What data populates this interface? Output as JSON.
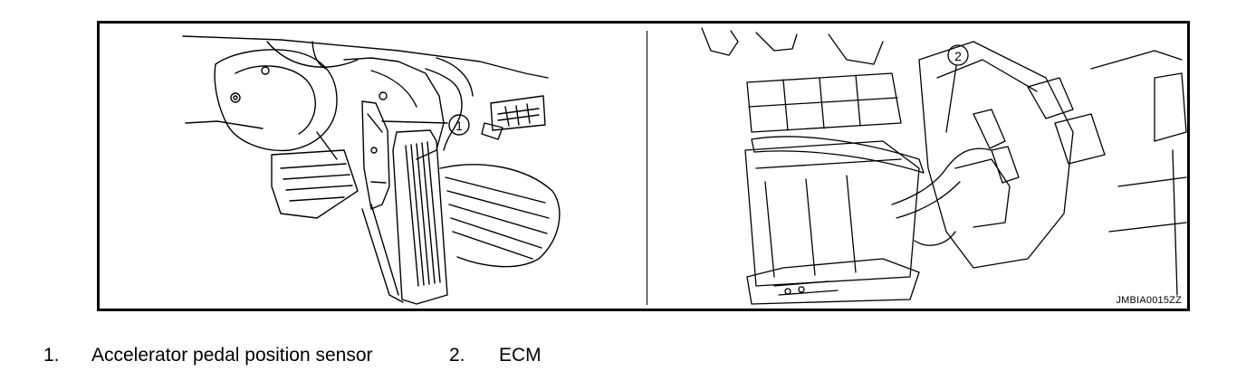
{
  "figure": {
    "code": "JMBIA0015ZZ",
    "left_callout": "1",
    "right_callout": "2"
  },
  "legend": [
    {
      "number": "1.",
      "label": "Accelerator pedal position sensor"
    },
    {
      "number": "2.",
      "label": "ECM"
    }
  ]
}
